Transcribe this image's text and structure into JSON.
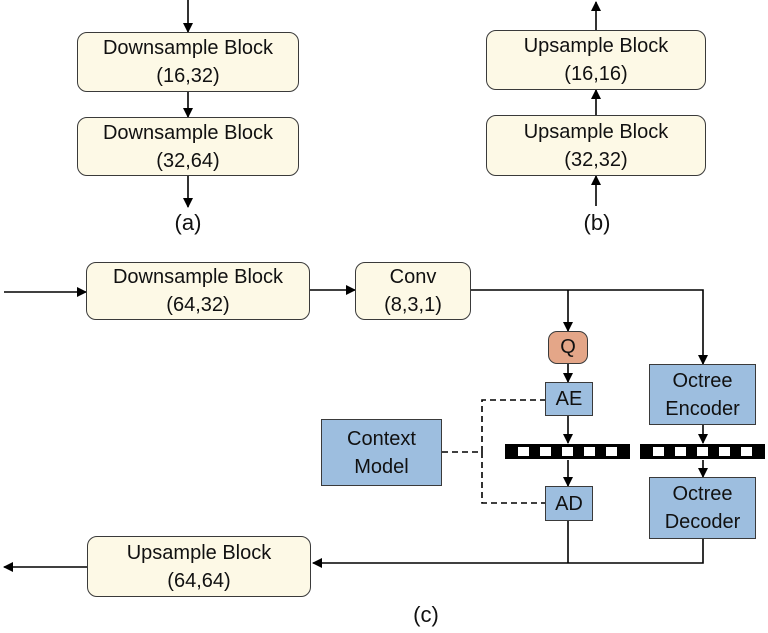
{
  "panel_a": {
    "block1": "Downsample Block\n(16,32)",
    "block2": "Downsample Block\n(32,64)",
    "caption": "(a)"
  },
  "panel_b": {
    "block1": "Upsample Block\n(16,16)",
    "block2": "Upsample Block\n(32,32)",
    "caption": "(b)"
  },
  "panel_c": {
    "downsample": "Downsample Block\n(64,32)",
    "conv": "Conv\n(8,3,1)",
    "quantizer": "Q",
    "ae": "AE",
    "ad": "AD",
    "context_model": "Context\nModel",
    "octree_encoder": "Octree\nEncoder",
    "octree_decoder": "Octree\nDecoder",
    "upsample": "Upsample Block\n(64,64)",
    "caption": "(c)"
  },
  "colors": {
    "block_fill": "#fdf9e6",
    "coder_fill": "#9dbedf",
    "quantizer_fill": "#e4a688",
    "line": "#000000"
  }
}
